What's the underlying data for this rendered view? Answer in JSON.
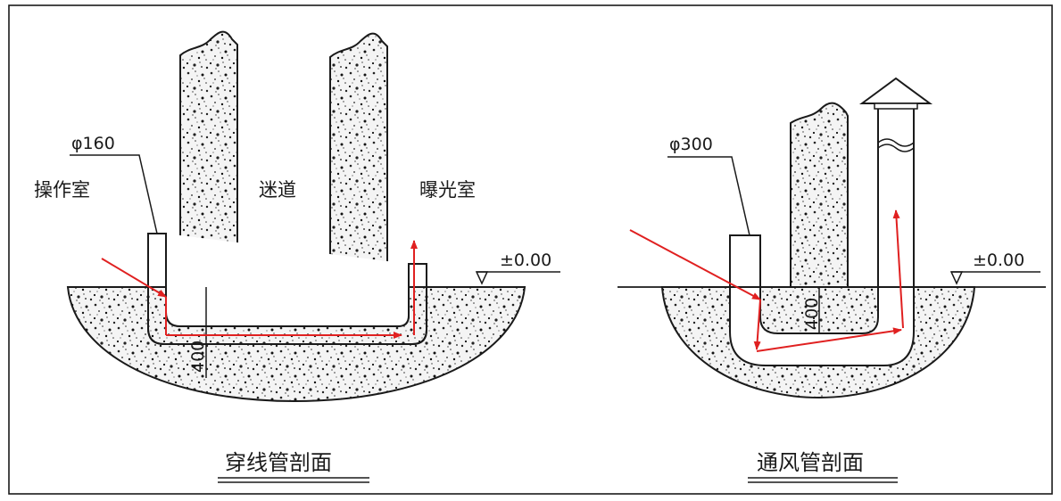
{
  "left_section": {
    "pipe_diameter": "φ160",
    "room_left": "操作室",
    "room_middle": "迷道",
    "room_right": "曝光室",
    "level": "±0.00",
    "depth": "400",
    "title": "穿线管剖面"
  },
  "right_section": {
    "pipe_diameter": "φ300",
    "level": "±0.00",
    "depth": "400",
    "title": "通风管剖面"
  },
  "colors": {
    "line": "#1a1a1a",
    "arrow": "#e02020",
    "concrete_fill": "#f4f4f4",
    "background": "#ffffff"
  }
}
